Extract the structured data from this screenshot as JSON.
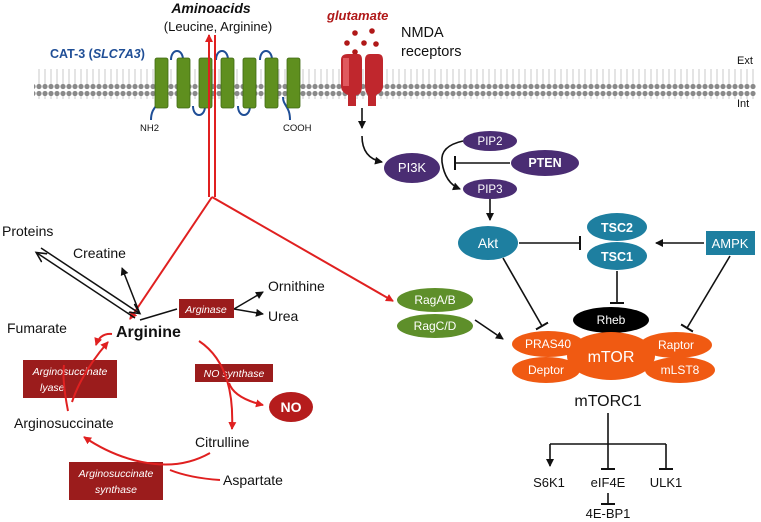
{
  "transporter": {
    "title": "Aminoacids",
    "subtitle": "(Leucine, Arginine)",
    "name_prefix": "CAT-3 (",
    "name_gene": "SLC7A3",
    "name_suffix": ")",
    "n_term": "NH2",
    "c_term": "COOH"
  },
  "membrane": {
    "ext_label": "Ext",
    "int_label": "Int"
  },
  "receptor": {
    "ligand": "glutamate",
    "name_line1": "NMDA",
    "name_line2": "receptors"
  },
  "pi3k_pathway": {
    "pi3k": "PI3K",
    "pip2": "PIP2",
    "pip3": "PIP3",
    "pten": "PTEN",
    "akt": "Akt",
    "tsc2": "TSC2",
    "tsc1": "TSC1",
    "ampk": "AMPK"
  },
  "complex": {
    "rag_ab": "RagA/B",
    "rag_cd": "RagC/D",
    "rheb": "Rheb",
    "pras40": "PRAS40",
    "mtor": "mTOR",
    "raptor": "Raptor",
    "deptor": "Deptor",
    "mlst8": "mLST8",
    "name": "mTORC1"
  },
  "outputs": {
    "s6k1": "S6K1",
    "eif4e": "eIF4E",
    "ulk1": "ULK1",
    "bp1": "4E-BP1"
  },
  "arginine_metabolism": {
    "proteins": "Proteins",
    "creatine": "Creatine",
    "arginine": "Arginine",
    "arginase": "Arginase",
    "ornithine": "Ornithine",
    "urea": "Urea",
    "fumarate": "Fumarate",
    "lyase_line1": "Arginosuccinate",
    "lyase_line2": "lyase",
    "no_synthase": "NO synthase",
    "no": "NO",
    "arginosuccinate": "Arginosuccinate",
    "citrulline": "Citrulline",
    "synthase_line1": "Arginosuccinate",
    "synthase_line2": "synthase",
    "aspartate": "Aspartate"
  },
  "colors": {
    "red_arrow": "#e02020",
    "dark_red_box": "#9b1c1c",
    "purple": "#4a2d73",
    "teal": "#1e7fa0",
    "green": "#5e8f2a",
    "orange": "#f05a12",
    "navy_text": "#1f4e96",
    "helix_green": "#5f8f1f"
  }
}
